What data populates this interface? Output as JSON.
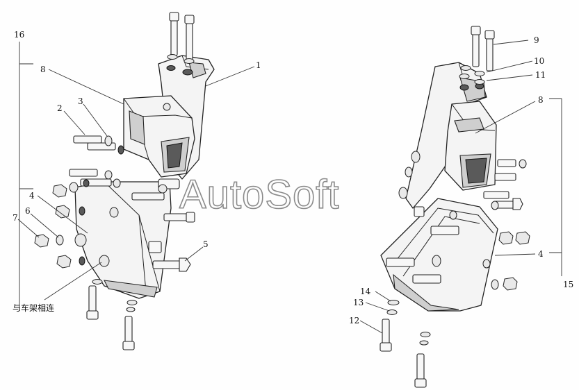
{
  "watermark": "AutoSoft",
  "note": "与车架相连",
  "callouts": {
    "c1": "1",
    "c2": "2",
    "c3": "3",
    "c4a": "4",
    "c4b": "4",
    "c5": "5",
    "c6": "6",
    "c7": "7",
    "c8a": "8",
    "c8b": "8",
    "c9": "9",
    "c10": "10",
    "c11": "11",
    "c12": "12",
    "c13": "13",
    "c14": "14",
    "c15": "15",
    "c16": "16"
  }
}
